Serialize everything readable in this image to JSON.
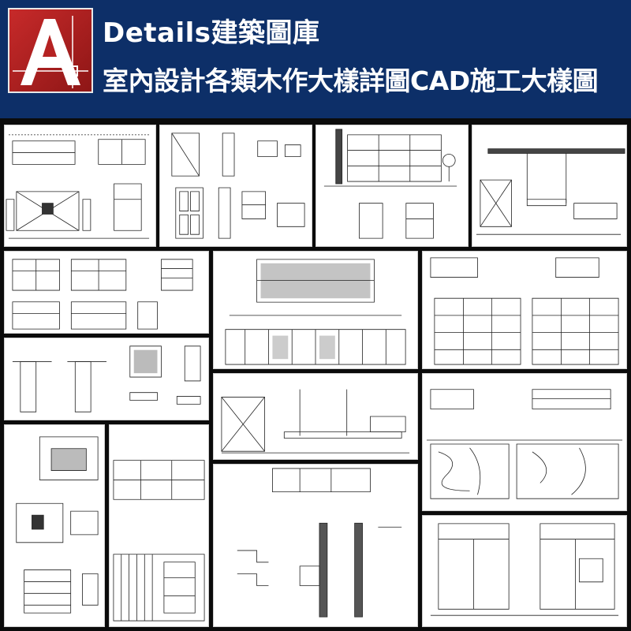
{
  "header": {
    "brand": "Details建築圖庫",
    "subtitle": "室內設計各類木作大樣詳圖CAD施工大樣圖"
  },
  "colors": {
    "banner": "#0d2f68",
    "logo_red": "#c72a2a",
    "text": "#ffffff",
    "drawing_line": "#222222"
  },
  "logo": {
    "icon": "cad-app-logo-icon",
    "letter": "A"
  },
  "panels_count": 14
}
